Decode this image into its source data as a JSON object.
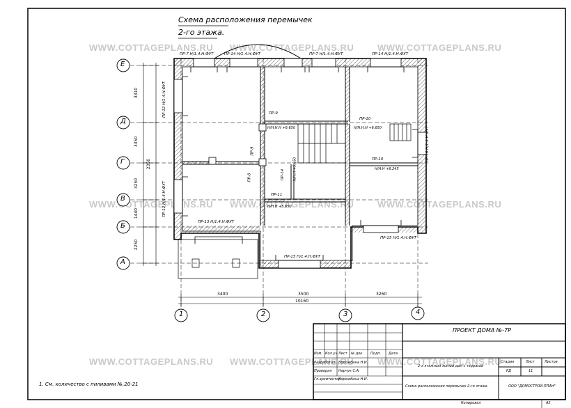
{
  "title": {
    "line1": "Схема расположения перемычек",
    "line2": "2-го этажа."
  },
  "watermark": "WWW.COTTAGEPLANS.RU",
  "axes": {
    "rows": [
      "Е",
      "Д",
      "Г",
      "В",
      "Б",
      "А"
    ],
    "cols": [
      "1",
      "2",
      "3",
      "4"
    ]
  },
  "dims": {
    "left": [
      "3310",
      "3350",
      "2350",
      "3250",
      "1440",
      "2250"
    ],
    "bottom": [
      "3400",
      "3500",
      "3260"
    ],
    "total": "10160"
  },
  "lintels": {
    "pr1": "ПР-7  Н/1.4.Н.ФУТ",
    "pr2": "ПР-14 Н/1.4.Н.ФУТ",
    "pr3": "ПР-7  Н/1.4.Н.ФУТ",
    "pr4": "ПР-14 Н/1.4.Н.ФУТ",
    "pr5": "ПР-12 Н/1.4.Н.ФУТ",
    "pr9": "ПР-9",
    "pr10a": "ПР-10",
    "pr10b": "ПР-10",
    "pr11": "ПР-11",
    "pr12": "ПР-12 Н/1.4.Н.ФУТ",
    "pr13": "ПР-13 Н/1.4.Н.ФУТ",
    "pr14": "ПР-14",
    "pr15": "ПР-15 Н/1.4.Н.ФУТ",
    "pr16": "ПР-16 Н/1.4.Н.ФУТ",
    "pr17": "ПР-15 Н/1.4.Н.ФУТ",
    "pr18": "ПР-8",
    "pr19": "ПР-9",
    "mark1": "Н/Н.Н.Н +6.650",
    "mark2": "Н/Н.Н.Н +6.650",
    "mark3": "Н/Н.Н +6.245",
    "mark4": "Н/Н.Н +5.650",
    "mark5": "Н/Н.Н +5.650"
  },
  "note": "1.  См. количество с пиливами №,20-21",
  "titleblock": {
    "project": "ПРОЕКТ ДОМА №-7Р",
    "desc": "2-х этажный жилой дом с террасой",
    "sheet_title": "Схема расположения перемычек 2-го этажа",
    "org": "ООО \"ДОМОСТРОЙ-ПЛАН\"",
    "stage_h": "Стадия",
    "sheet_h": "Лист",
    "sheets_h": "Листов",
    "stage": "РД",
    "sheet": "11",
    "sheets": "",
    "col_h": [
      "Изм.",
      "Кол.уч",
      "Лист",
      "№ док.",
      "Подп.",
      "Дата"
    ],
    "row1": [
      "Разработал",
      "Ворожбина Н.И."
    ],
    "row2": [
      "Проверил",
      "Нарчук С.А."
    ],
    "row3": [
      "Гл.архитектор",
      "Ворожбина Н.И."
    ],
    "copied": "Копировал",
    "format": "А3"
  }
}
